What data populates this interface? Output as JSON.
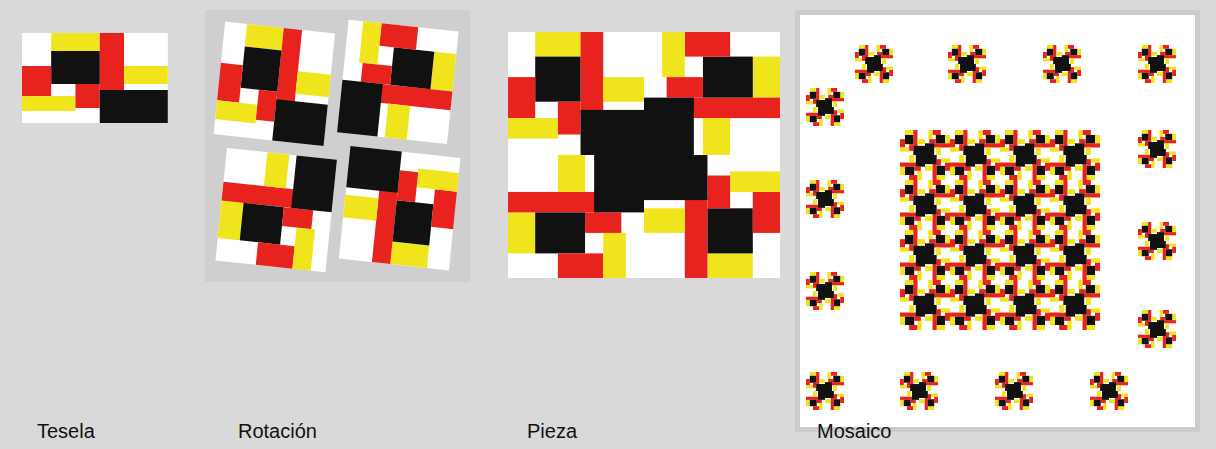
{
  "diagram": {
    "labels": [
      "Tesela",
      "Rotación",
      "Pieza",
      "Mosaico"
    ]
  }
}
